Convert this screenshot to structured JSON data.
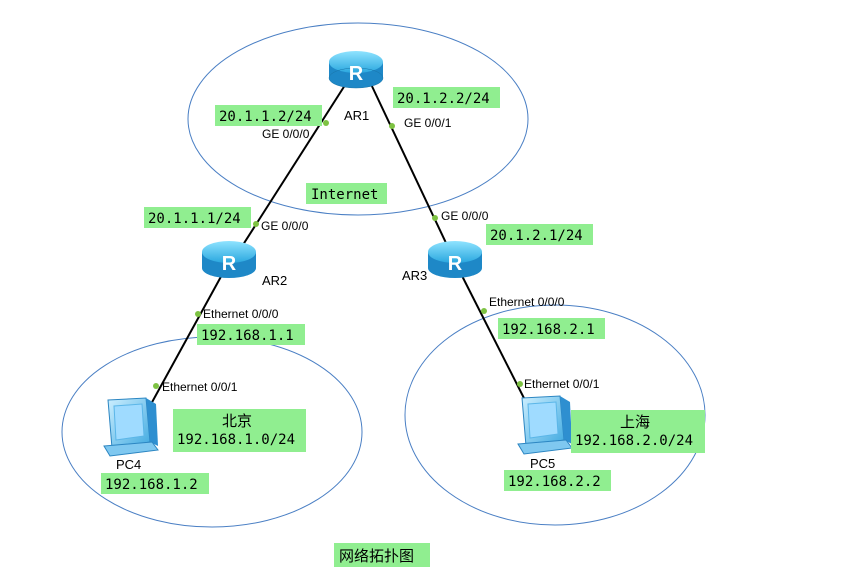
{
  "colors": {
    "label_bg": "#90EE90",
    "ellipse": "#4A7FC4",
    "link": "#000000",
    "port_dot": "#7DC242",
    "router": "#4FC3F7"
  },
  "clouds": {
    "internet": "Internet",
    "beijing_name": "北京",
    "beijing_net": "192.168.1.0/24",
    "shanghai_name": "上海",
    "shanghai_net": "192.168.2.0/24"
  },
  "devices": {
    "ar1": {
      "name": "AR1",
      "icon": "router-icon"
    },
    "ar2": {
      "name": "AR2",
      "icon": "router-icon"
    },
    "ar3": {
      "name": "AR3",
      "icon": "router-icon"
    },
    "pc4": {
      "name": "PC4",
      "icon": "pc-icon",
      "ip": "192.168.1.2"
    },
    "pc5": {
      "name": "PC5",
      "icon": "pc-icon",
      "ip": "192.168.2.2"
    }
  },
  "ports": {
    "ar1_g0": {
      "name": "GE 0/0/0",
      "ip": "20.1.1.2/24"
    },
    "ar1_g1": {
      "name": "GE 0/0/1",
      "ip": "20.1.2.2/24"
    },
    "ar2_g0": {
      "name": "GE 0/0/0",
      "ip": "20.1.1.1/24"
    },
    "ar2_e0": {
      "name": "Ethernet 0/0/0",
      "ip": "192.168.1.1"
    },
    "ar3_g0": {
      "name": "GE 0/0/0",
      "ip": "20.1.2.1/24"
    },
    "ar3_e0": {
      "name": "Ethernet 0/0/0",
      "ip": "192.168.2.1"
    },
    "pc4_e1": {
      "name": "Ethernet 0/0/1"
    },
    "pc5_e1": {
      "name": "Ethernet 0/0/1"
    }
  },
  "caption": "网络拓扑图"
}
